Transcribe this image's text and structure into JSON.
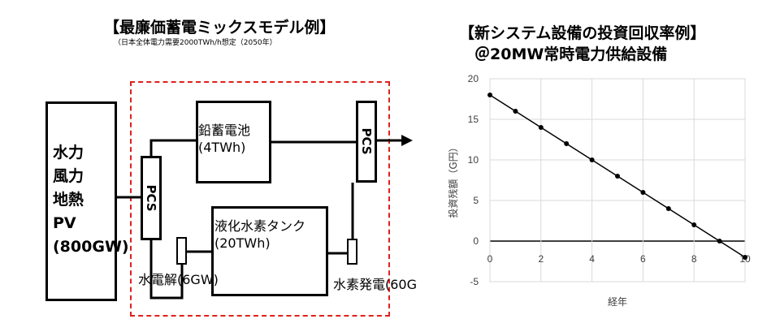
{
  "left": {
    "title": "【最廉価蓄電ミックスモデル例】",
    "subtitle": "（日本全体電力需要2000TWh/h想定（2050年）",
    "sources_text": "水力\n風力\n地熱\nPV\n(800GW)",
    "pcs_label": "PCS",
    "battery_text": "鉛蓄電池\n(4TWh)",
    "h2_tank_text": "液化水素タンク\n(20TWh)",
    "electrolysis_text": "水電解(6GW)",
    "h2_power_text": "水素発電(60G"
  },
  "right": {
    "title_line1": "【新システム設備の投資回収率例】",
    "title_line2": "＠20MW常時電力供給設備"
  },
  "colors": {
    "dashed_border": "#e0201c",
    "line": "#000000"
  },
  "chart_data": {
    "type": "line",
    "x": [
      0,
      1,
      2,
      3,
      4,
      5,
      6,
      7,
      8,
      9,
      10
    ],
    "series": [
      {
        "values": [
          18,
          16,
          14,
          12,
          10,
          8,
          6,
          4,
          2,
          0,
          -2
        ]
      }
    ],
    "xlim": [
      0,
      10
    ],
    "ylim": [
      -5,
      20
    ],
    "xticks": [
      0,
      2,
      4,
      6,
      8,
      10
    ],
    "yticks": [
      -5,
      0,
      5,
      10,
      15,
      20
    ],
    "xlabel": "経年",
    "ylabel": "投資残額（G円）",
    "grid": true
  }
}
